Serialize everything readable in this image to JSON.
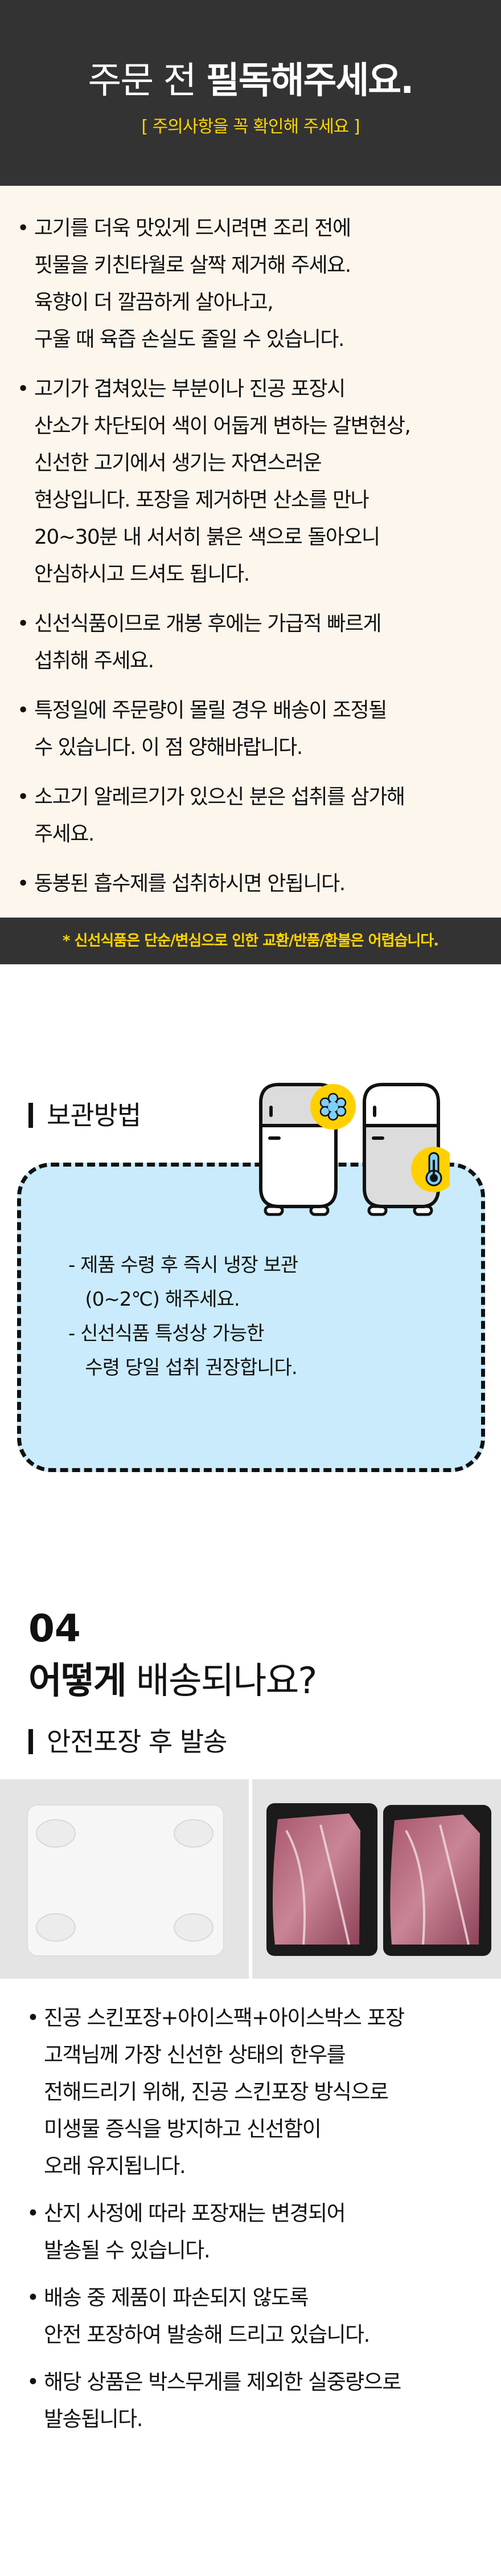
{
  "header": {
    "title_light": "주문 전 ",
    "title_bold": "필독해주세요.",
    "subtitle": "[ 주의사항을 꼭 확인해 주세요 ]"
  },
  "notice": {
    "items": [
      [
        "고기를 더욱 맛있게 드시려면 조리 전에",
        "핏물을 키친타월로 살짝 제거해 주세요.",
        "육향이 더 깔끔하게 살아나고,",
        "구울 때 육즙 손실도 줄일 수 있습니다."
      ],
      [
        "고기가 겹쳐있는 부분이나 진공 포장시",
        "산소가 차단되어 색이 어둡게 변하는 갈변현상,",
        "신선한 고기에서 생기는 자연스러운",
        "현상입니다. 포장을 제거하면 산소를 만나",
        "20~30분 내 서서히 붉은 색으로 돌아오니",
        "안심하시고 드셔도 됩니다."
      ],
      [
        "신선식품이므로 개봉 후에는 가급적 빠르게",
        "섭취해 주세요."
      ],
      [
        "특정일에 주문량이 몰릴 경우 배송이 조정될",
        "수 있습니다. 이 점 양해바랍니다."
      ],
      [
        "소고기 알레르기가 있으신 분은 섭취를 삼가해",
        "주세요."
      ],
      [
        "동봉된 흡수제를 섭취하시면 안됩니다."
      ]
    ],
    "footer": "* 신선식품은 단순/변심으로 인한  교환/반품/환불은 어렵습니다."
  },
  "storage": {
    "heading": "보관방법",
    "lines": [
      "- 제품 수령 후 즉시 냉장 보관",
      "   (0~2℃) 해주세요.",
      "- 신선식품 특성상 가능한",
      "   수령 당일 섭취 권장합니다."
    ]
  },
  "shipping": {
    "number": "04",
    "title_bold": "어떻게",
    "title_light": " 배송되나요?",
    "subheading": "안전포장 후 발송",
    "items": [
      [
        "진공 스킨포장+아이스팩+아이스박스 포장",
        "고객님께 가장 신선한 상태의 한우를",
        "전해드리기 위해, 진공 스킨포장 방식으로",
        "미생물 증식을 방지하고 신선함이",
        "오래 유지됩니다."
      ],
      [
        "산지 사정에 따라 포장재는 변경되어",
        "발송될 수 있습니다."
      ],
      [
        "배송 중 제품이 파손되지 않도록",
        "안전 포장하여 발송해 드리고 있습니다."
      ],
      [
        "해당 상품은 박스무게를 제외한 실중량으로",
        "발송됩니다."
      ]
    ]
  },
  "colors": {
    "dark": "#333333",
    "accent": "#ffd500",
    "cream": "#fdf6ec",
    "box": "#c9ebfc"
  }
}
